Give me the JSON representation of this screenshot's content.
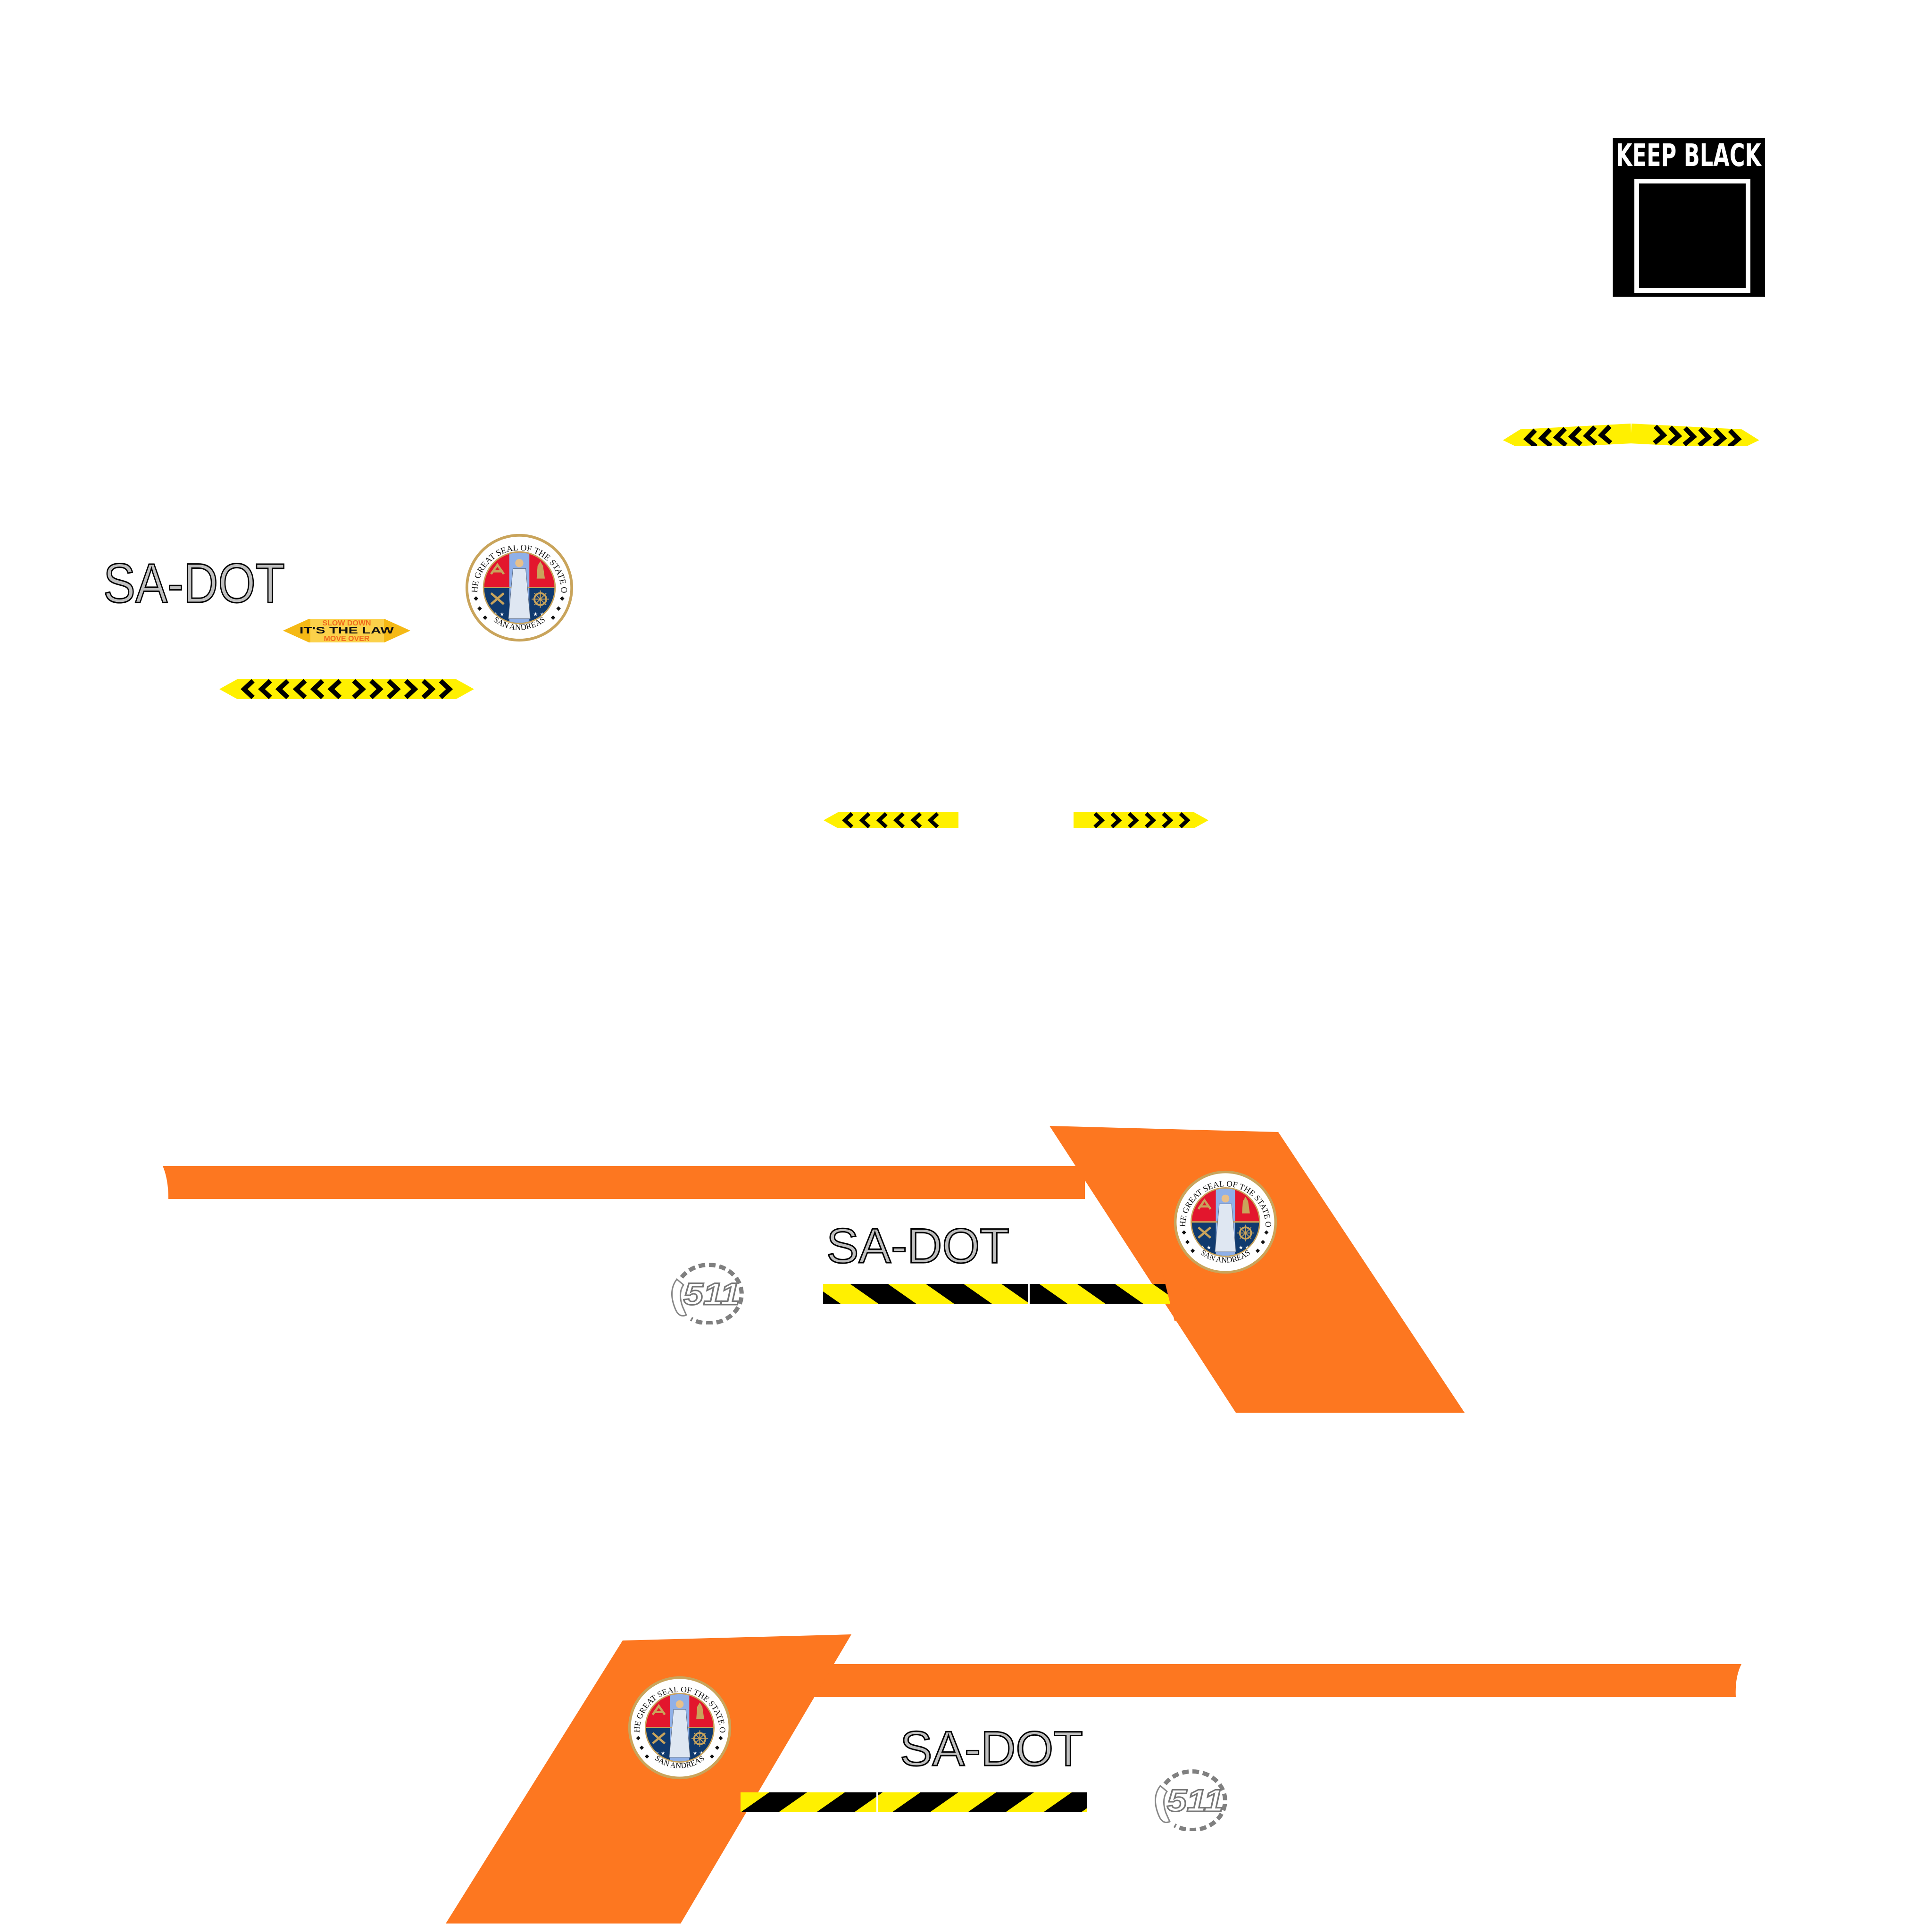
{
  "sheet": {
    "background": "#ffffff",
    "colors": {
      "orange": "#fd7720",
      "hazard_yellow": "#fff000",
      "hazard_black": "#000000",
      "text_gray": "#c0c0c0",
      "seal_red": "#e3162d",
      "seal_blue": "#103a6e",
      "seal_sky": "#8fb0e8",
      "seal_gold": "#c9a45b"
    }
  },
  "keep_black": {
    "label": "KEEP BLACK"
  },
  "agency": {
    "name": "SA-DOT"
  },
  "seal": {
    "top_text": "THE GREAT SEAL OF THE STATE OF",
    "bottom_text": "SAN ANDREAS"
  },
  "move_over_sign": {
    "line1": "SLOW DOWN",
    "line2": "IT'S THE LAW",
    "line3": "MOVE OVER"
  },
  "hotline": {
    "number": "511",
    "icon": "phone-icon"
  },
  "chevron_decals": [
    {
      "name": "curved-double-chevron",
      "left_count": 6,
      "right_count": 6
    },
    {
      "name": "straight-double-chevron",
      "left_count": 6,
      "right_count": 6
    },
    {
      "name": "left-chevron",
      "count": 6
    },
    {
      "name": "right-chevron",
      "count": 6
    }
  ]
}
